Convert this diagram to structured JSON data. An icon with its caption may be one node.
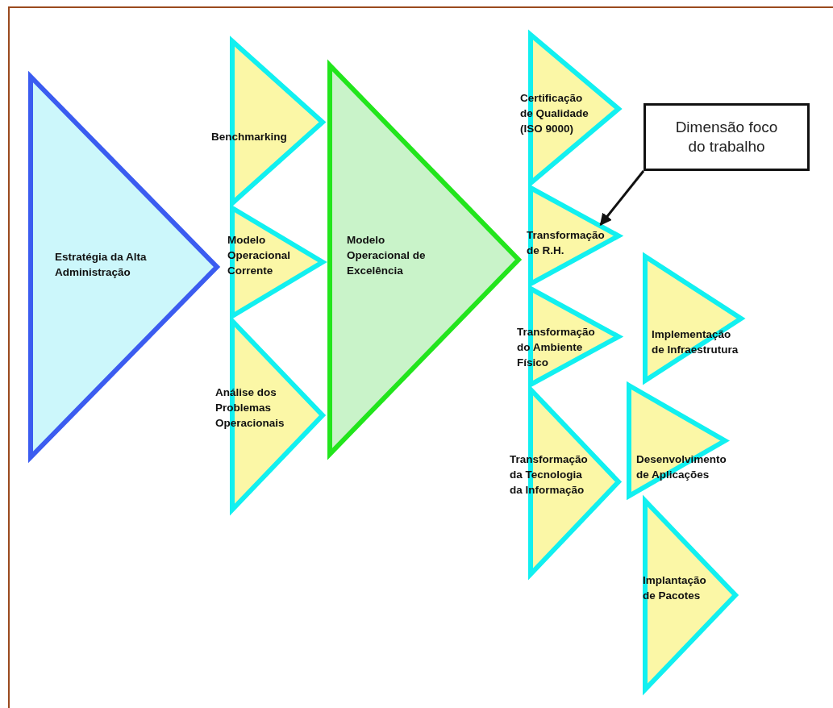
{
  "diagram": {
    "nodes": [
      {
        "text": [
          "Estratégia da Alta Administração"
        ]
      },
      {
        "text": [
          "Benchmarking"
        ]
      },
      {
        "text": [
          "Modelo Operacional Corrente"
        ]
      },
      {
        "text": [
          "Análise dos Problemas Operacionais"
        ]
      },
      {
        "text": [
          "Modelo Operacional de Excelência"
        ]
      },
      {
        "text": [
          "Certificação de Qualidade (ISO 9000)"
        ]
      },
      {
        "text": [
          "Transformação de R.H."
        ]
      },
      {
        "text": [
          "Transformação do Ambiente Físico"
        ]
      },
      {
        "text": [
          "Transformação da Tecnologia da Informação"
        ]
      },
      {
        "text": [
          "Implementação de Infraestrutura"
        ]
      },
      {
        "text": [
          "Desenvolvimento de Aplicações"
        ]
      },
      {
        "text": [
          "Implantação de Pacotes"
        ]
      },
      {
        "text": [
          "Dimensão foco do trabalho"
        ]
      }
    ],
    "edges": [
      {
        "from": 12,
        "to": 6,
        "arrow": "to"
      }
    ]
  }
}
